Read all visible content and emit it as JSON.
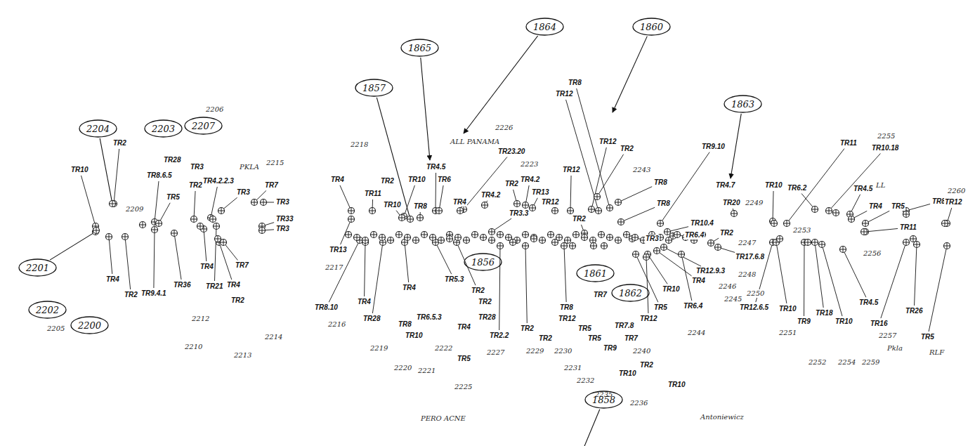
{
  "diagram": {
    "nodes": [
      {
        "text": [
          "1857"
        ]
      },
      {
        "text": [
          "1865"
        ]
      },
      {
        "text": [
          "1864"
        ]
      },
      {
        "text": [
          "1860"
        ]
      },
      {
        "text": [
          "1863"
        ]
      },
      {
        "text": [
          "1858"
        ]
      },
      {
        "text": [
          "2204"
        ]
      },
      {
        "text": [
          "2203"
        ]
      },
      {
        "text": [
          "2207"
        ]
      },
      {
        "text": [
          "2201"
        ]
      },
      {
        "text": [
          "2202"
        ]
      },
      {
        "text": [
          "2200"
        ]
      },
      {
        "text": [
          "1856"
        ]
      },
      {
        "text": [
          "1861"
        ]
      },
      {
        "text": [
          "1862"
        ]
      }
    ],
    "labels": [
      "TR10",
      "TR2",
      "TR28",
      "TR8.6.5",
      "TR5",
      "TR3",
      "TR2",
      "TR4.2.2.3",
      "TR3",
      "TR7",
      "TR3",
      "TR33",
      "TR3",
      "TR4",
      "TR2",
      "TR9.4.1",
      "TR36",
      "TR4",
      "TR21",
      "TR4",
      "TR2",
      "TR7",
      "2206",
      "PKLA",
      "2215",
      "2209",
      "2205",
      "2210",
      "2213",
      "2214",
      "2212",
      "TR4",
      "TR13",
      "2217",
      "TR8.10",
      "2216",
      "2218",
      "TR2",
      "TR11",
      "TR10",
      "TR10",
      "TR8",
      "TR4.5",
      "TR6",
      "ALL PANAMA",
      "2226",
      "TR23.20",
      "TR4",
      "TR4.2",
      "TR2",
      "TR4.2",
      "TR3.3",
      "TR13",
      "TR12",
      "TR12",
      "TR2",
      "2223",
      "TR8",
      "TR12",
      "TR12",
      "TR2",
      "TR8",
      "2243",
      "TR8",
      "TR9.10",
      "TR4.7",
      "TR10",
      "TR20",
      "TR10.4",
      "TR6.4",
      "TR3",
      "TR2",
      "TR17.6.8",
      "TR12.9.3",
      "TR4",
      "TR10",
      "TR6.4",
      "TR5",
      "TR12",
      "2246",
      "2245",
      "2247",
      "2249",
      "2248",
      "TR12.6.5",
      "2250",
      "TR11",
      "TR10.18",
      "2255",
      "2253",
      "TR6.2",
      "TR4.5",
      "LL",
      "TR4",
      "TR5",
      "TR11",
      "2256",
      "TR8",
      "2260",
      "TR12",
      "TR16",
      "2257",
      "TR26",
      "TR5",
      "RLF",
      "TR4.5",
      "Pkla",
      "TR10",
      "TR9",
      "TR18",
      "TR10",
      "2251",
      "2252",
      "2254",
      "2259",
      "2244",
      "TR10",
      "TR2",
      "TR7",
      "TR7.8",
      "2240",
      "Antoniewicz",
      "TR10",
      "2236",
      "TR7",
      "TR9",
      "TR5",
      "TR5",
      "2235",
      "2232",
      "2231",
      "TR12",
      "TR2",
      "TR8",
      "2229",
      "2230",
      "TR2",
      "TR2.2",
      "2227",
      "TR28",
      "TR2",
      "TR2",
      "TR4",
      "TR5",
      "2225",
      "TR5.3",
      "TR6.5.3",
      "2222",
      "TR10",
      "TR8",
      "TR4",
      "2221",
      "2220",
      "TR28",
      "TR4",
      "2219",
      "PERO ACNE"
    ]
  }
}
